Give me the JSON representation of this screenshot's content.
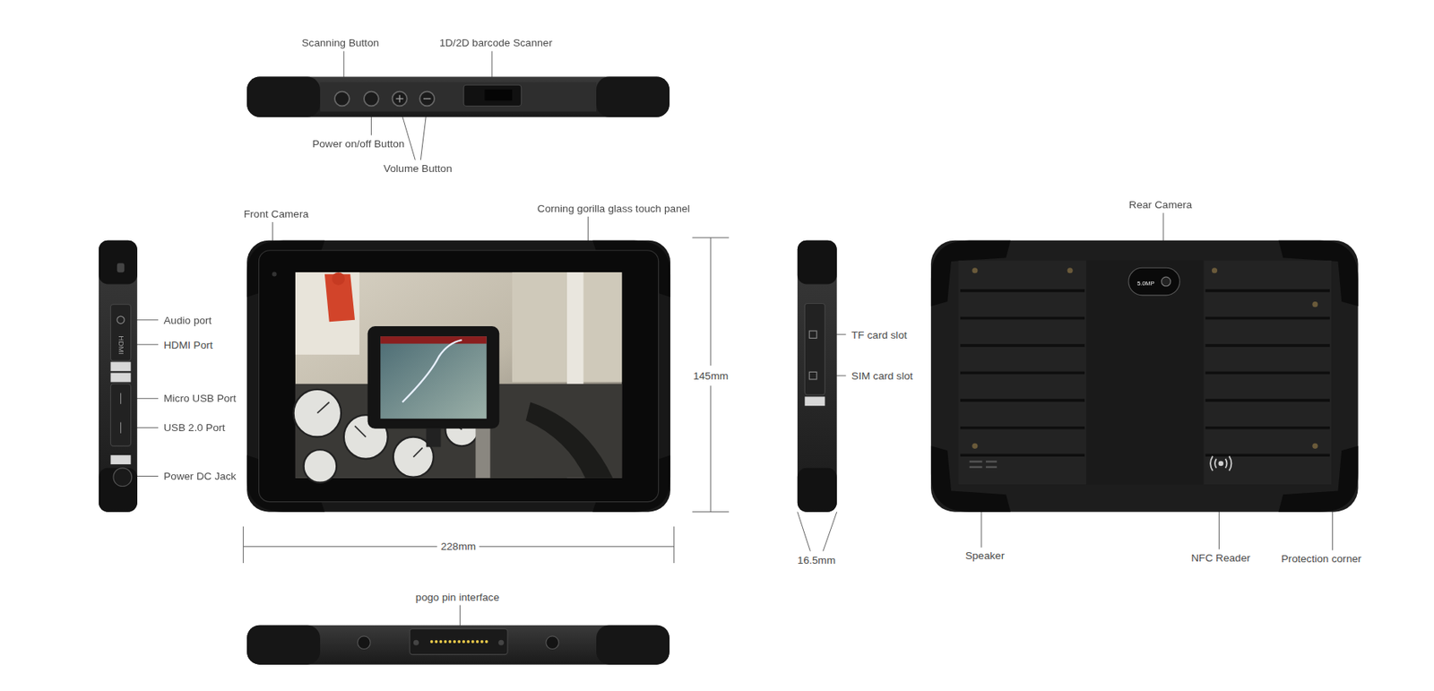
{
  "diagram": {
    "labels": [
      "Scanning Button",
      "1D/2D barcode Scanner",
      "Power on/off Button",
      "Volume Button",
      "Front Camera",
      "Corning gorilla glass touch panel",
      "Rear Camera",
      "Audio port",
      "HDMI",
      "HDMI Port",
      "Micro USB Port",
      "USB 2.0 Port",
      "Power DC Jack",
      "145mm",
      "TF card slot",
      "SIM card slot",
      "5.0MP",
      "228mm",
      "16.5mm",
      "Speaker",
      "NFC Reader",
      "Protection corner",
      "pogo pin interface"
    ]
  }
}
